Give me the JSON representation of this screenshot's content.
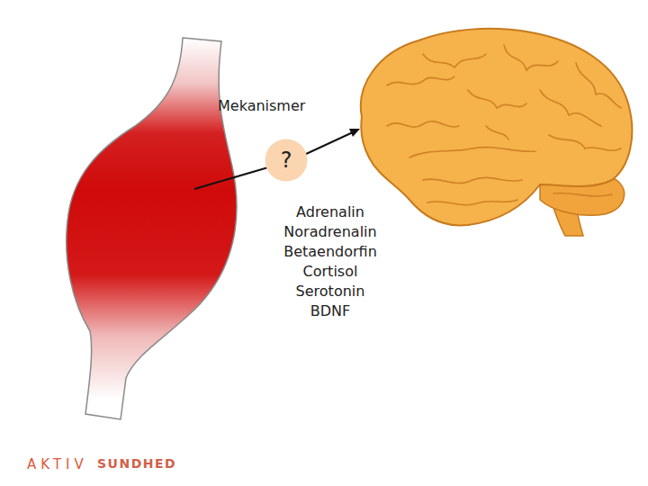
{
  "diagram": {
    "nodes": [
      {
        "text": [
          "?"
        ]
      }
    ],
    "labels": [
      "Mekanismer",
      "Adrenalin",
      "Noradrenalin",
      "Betaendorfin",
      "Cortisol",
      "Serotonin",
      "BDNF",
      "AKTIV",
      "SUNDHED"
    ]
  }
}
